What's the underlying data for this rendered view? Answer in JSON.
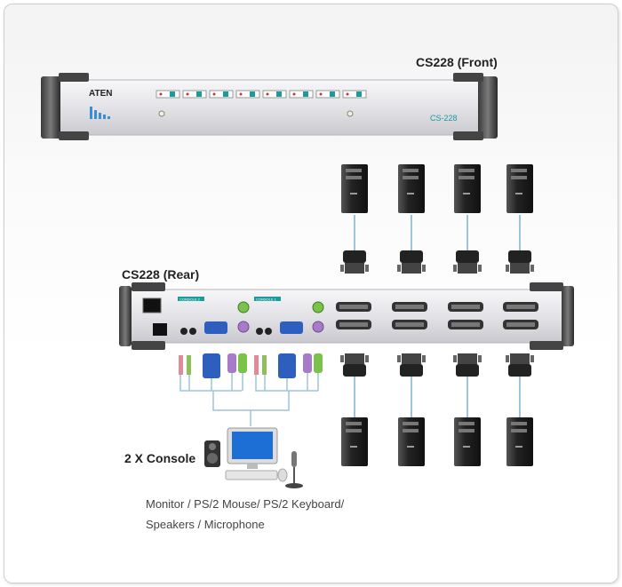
{
  "front": {
    "title": "CS228 (Front)",
    "brand": "ATEN",
    "model": "CS-228"
  },
  "rear": {
    "title": "CS228 (Rear)",
    "console_labels": [
      "CONSOLE 2",
      "CONSOLE 1"
    ]
  },
  "console": {
    "title": "2 X Console",
    "description_line1": "Monitor / PS/2 Mouse/ PS/2 Keyboard/",
    "description_line2": "Speakers / Microphone"
  },
  "computers": {
    "top_count": 4,
    "bottom_count": 4
  },
  "colors": {
    "panel": "#e8e8ec",
    "port_teal": "#1a9c9c",
    "ps2_green": "#7bc24a",
    "ps2_purple": "#a77bc8",
    "vga_blue": "#2e5fbf",
    "cable": "#9ec4d8"
  }
}
